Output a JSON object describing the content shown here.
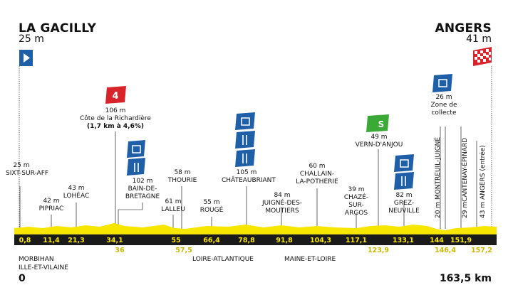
{
  "start": {
    "name": "LA GACILLY",
    "altitude": "25 m",
    "km": "0"
  },
  "finish": {
    "name": "ANGERS",
    "altitude": "41 m",
    "km": "163,5 km"
  },
  "climb": {
    "category": "4",
    "altitude": "106 m",
    "name": "Côte de la Richardière",
    "details": "(1,7 km à 4,6%)"
  },
  "sprint": {
    "label": "S",
    "altitude": "49 m",
    "name": "VERN-D'ANJOU"
  },
  "feed_zone": {
    "altitude": "26 m",
    "line1": "Zone de",
    "line2": "collecte"
  },
  "waypoints": {
    "sixt": {
      "alt": "25 m",
      "name": "SIXT-SUR-AFF"
    },
    "pipriac": {
      "alt": "42 m",
      "name": "PIPRIAC"
    },
    "loheac": {
      "alt": "43 m",
      "name": "LOHÉAC"
    },
    "bain": {
      "alt": "102 m",
      "line1": "BAIN-DE-",
      "line2": "BRETAGNE"
    },
    "lalleu": {
      "alt": "61 m",
      "name": "LALLEU"
    },
    "thourie": {
      "alt": "58 m",
      "name": "THOURIE"
    },
    "rouge": {
      "alt": "55 m",
      "name": "ROUGÉ"
    },
    "chateaubriant": {
      "alt": "105 m",
      "name": "CHÂTEAUBRIANT"
    },
    "juigne": {
      "alt": "84 m",
      "line1": "JUIGNÉ-DES-",
      "line2": "MOUTIERS"
    },
    "challain": {
      "alt": "60 m",
      "line1": "CHALLAIN-",
      "line2": "LA-POTHERIE"
    },
    "chaze": {
      "alt": "39 m",
      "line1": "CHAZÉ-",
      "line2": "SUR-",
      "line3": "ARGOS"
    },
    "grez": {
      "alt": "82 m",
      "line1": "GREZ-",
      "line2": "NEUVILLE"
    },
    "montreuil": {
      "text": "20 m MONTREUIL-JUIGNÉ"
    },
    "cantenay": {
      "text": "29 mCANTENAY-ÉPINARD"
    },
    "angers_entree": {
      "text": "43 m ANGERS (entrée)"
    }
  },
  "km_top": [
    "0,8",
    "11,4",
    "21,3",
    "34,1",
    "55",
    "66,4",
    "78,8",
    "91,8",
    "104,3",
    "117,1",
    "133,1",
    "144",
    "151,9"
  ],
  "km_bottom": [
    "36",
    "57,5",
    "123,9",
    "146,4",
    "157,2"
  ],
  "departments": {
    "morbihan": "MORBIHAN",
    "ille": "ILLE-ET-VILAINE",
    "loire": "LOIRE-ATLANTIQUE",
    "maine": "MAINE-ET-LOIRE"
  },
  "colors": {
    "profile": "#f7e600",
    "band": "#1a1a1a",
    "marker_blue": "#1f5fa8",
    "climb_red": "#d8232a",
    "sprint_green": "#3aa935"
  }
}
